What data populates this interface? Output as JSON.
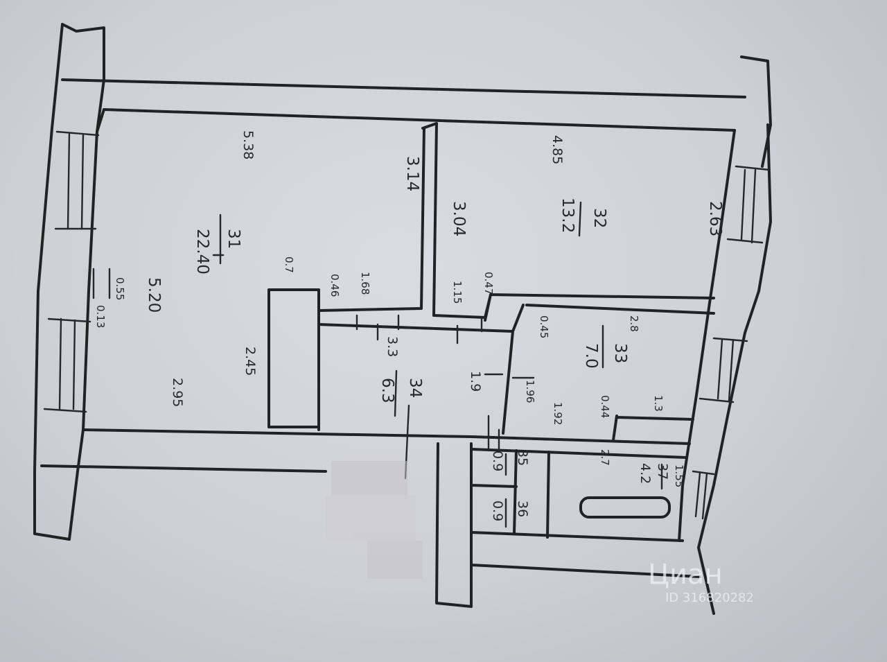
{
  "rooms": [
    {
      "id": "31",
      "area": "22.40"
    },
    {
      "id": "32",
      "area": "13.2"
    },
    {
      "id": "33",
      "area": "7.0"
    },
    {
      "id": "34",
      "area": "6.3"
    },
    {
      "id": "35",
      "area": "0.9"
    },
    {
      "id": "36",
      "area": "0.9"
    },
    {
      "id": "37",
      "area": "4.2"
    }
  ],
  "dimensions": {
    "d538": "5.38",
    "d520": "5.20",
    "d295": "2.95",
    "d245": "2.45",
    "d314": "3.14",
    "d07": "0.7",
    "d168": "1.68",
    "d046": "0.46",
    "d055": "0.55",
    "d013": "0.13",
    "d485": "4.85",
    "d304": "3.04",
    "d115": "1.15",
    "d047": "0.47",
    "d263": "2.63",
    "d33": "3.3",
    "d19": "1.9",
    "d045": "0.45",
    "d28": "2.8",
    "d196": "1.96",
    "d192": "1.92",
    "d044": "0.44",
    "d13": "1.3",
    "d27": "2.7",
    "d155": "1.55"
  },
  "watermark": {
    "brand": "Циан",
    "listing_id": "ID 316820282"
  },
  "colors": {
    "ink": "#202224",
    "paper": "#d6d9dd",
    "watermark": "#f2f3f5"
  }
}
